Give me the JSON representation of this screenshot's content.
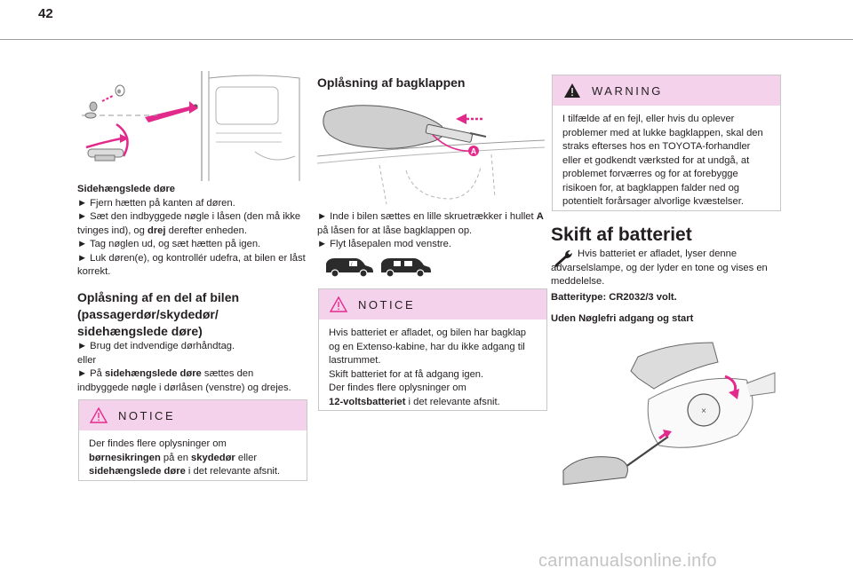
{
  "page": {
    "number": "42",
    "watermark": "carmanualsonline.info"
  },
  "col1": {
    "heading": "Sidehængslede døre",
    "steps": [
      {
        "pre": "► Fjern hætten på kanten af døren.",
        "bold": "",
        "post": ""
      },
      {
        "pre": "► Sæt den indbyggede nøgle i låsen (den må ikke tvinges ind), og ",
        "bold": "drej",
        "post": " derefter enheden."
      },
      {
        "pre": "► Tag nøglen ud, og sæt hætten på igen.",
        "bold": "",
        "post": ""
      },
      {
        "pre": "► Luk døren(e), og kontrollér udefra, at bilen er låst korrekt.",
        "bold": "",
        "post": ""
      }
    ],
    "section_title": "Oplåsning af en del af bilen (passagerdør/skydedør/ sidehængslede døre)",
    "s2_line1": "► Brug det indvendige dørhåndtag.",
    "s2_or": "eller",
    "s2_line2_pre": "► På ",
    "s2_line2_bold": "sidehængslede døre",
    "s2_line2_post": " sættes den indbyggede nøgle i dørlåsen (venstre) og drejes.",
    "notice": {
      "label": "NOTICE",
      "t1": "Der findes flere oplysninger om ",
      "b1": "børnesikringen",
      "t2": " på en ",
      "b2": "skydedør",
      "t3": " eller ",
      "b3": "sidehængslede døre",
      "t4": " i det relevante afsnit."
    }
  },
  "col2": {
    "heading": "Oplåsning af bagklappen",
    "callout": "A",
    "step1_pre": "► Inde i bilen sættes en lille skruetrækker i hullet ",
    "step1_bold": "A",
    "step1_post": " på låsen for at låse bagklappen op.",
    "step2": "► Flyt låsepalen mod venstre.",
    "notice": {
      "label": "NOTICE",
      "p1": "Hvis batteriet er afladet, og bilen har bagklap og en Extenso-kabine, har du ikke adgang til lastrummet.",
      "p2": "Skift batteriet for at få adgang igen.",
      "p3": "Der findes flere oplysninger om",
      "p4_bold": "12-voltsbatteriet",
      "p4_post": " i det relevante afsnit."
    }
  },
  "col3": {
    "warning": {
      "label": "WARNING",
      "text": "I tilfælde af en fejl, eller hvis du oplever problemer med at lukke bagklappen, skal den straks efterses hos en TOYOTA-forhandler eller et godkendt værksted for at undgå, at problemet forværres og for at forebygge risikoen for, at bagklappen falder ned og potentielt forårsager alvorlige kvæstelser."
    },
    "title": "Skift af batteriet",
    "intro": "Hvis batteriet er afladet, lyser denne advarselslampe, og der lyder en tone og vises en meddelelse.",
    "battery_type": "Batteritype: CR2032/3 volt.",
    "subheading": "Uden Nøglefri adgang og start"
  },
  "colors": {
    "notice_header": "#f5d2ec",
    "accent_magenta": "#e4298c",
    "rule": "#9b9b9b"
  },
  "icons": [
    "wrench-icon",
    "warning-triangle-icon",
    "van-icon"
  ]
}
